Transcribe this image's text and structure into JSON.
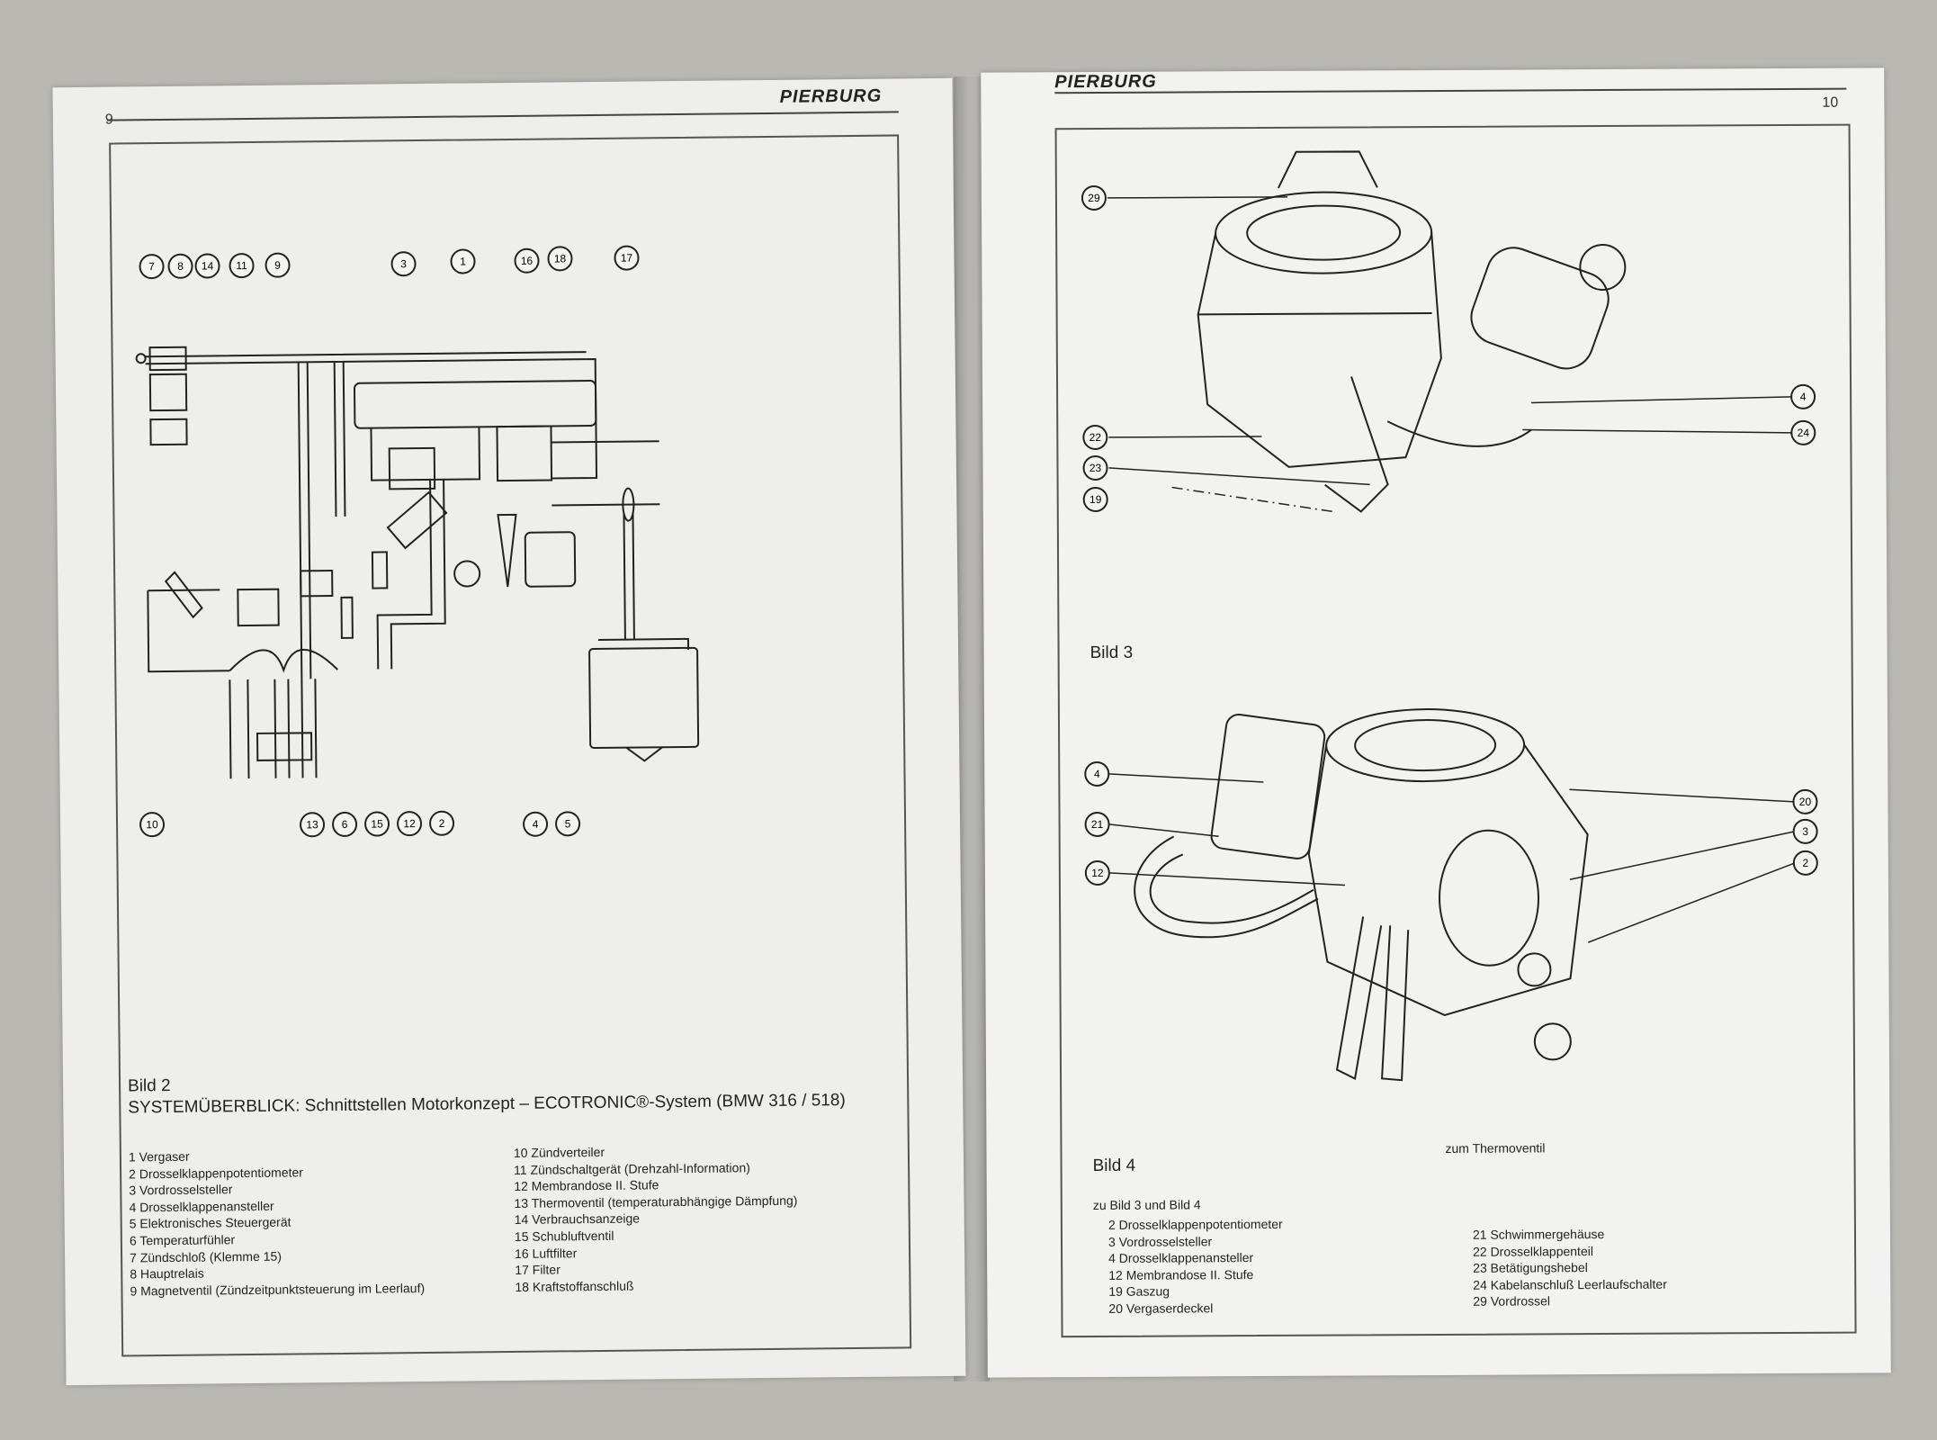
{
  "left_page": {
    "page_number": "9",
    "brand": "PIERBURG",
    "figure": {
      "label": "Bild 2",
      "title": "SYSTEMÜBERBLICK: Schnittstellen Motorkonzept – ECOTRONIC®-System (BMW 316 / 518)",
      "top_callouts": [
        "7",
        "8",
        "14",
        "11",
        "9",
        "3",
        "1",
        "16",
        "18",
        "17"
      ],
      "bottom_callouts": [
        "10",
        "13",
        "6",
        "15",
        "12",
        "2",
        "4",
        "5"
      ]
    },
    "legend_col1": [
      "1 Vergaser",
      "2 Drosselklappenpotentiometer",
      "3 Vordrosselsteller",
      "4 Drosselklappenansteller",
      "5 Elektronisches Steuergerät",
      "6 Temperaturfühler",
      "7 Zündschloß (Klemme 15)",
      "8 Hauptrelais",
      "9 Magnetventil (Zündzeitpunktsteuerung im Leerlauf)"
    ],
    "legend_col2": [
      "10 Zündverteiler",
      "11 Zündschaltgerät (Drehzahl-Information)",
      "12 Membrandose II. Stufe",
      "13 Thermoventil (temperaturabhängige Dämpfung)",
      "14 Verbrauchsanzeige",
      "15 Schubluftventil",
      "16 Luftfilter",
      "17 Filter",
      "18 Kraftstoffanschluß"
    ]
  },
  "right_page": {
    "page_number": "10",
    "brand": "PIERBURG",
    "figure3": {
      "label": "Bild 3",
      "callouts_left": [
        "29",
        "22",
        "23",
        "19"
      ],
      "callouts_right": [
        "4",
        "24"
      ]
    },
    "figure4": {
      "label": "Bild 4",
      "callouts_left": [
        "4",
        "21",
        "12"
      ],
      "callouts_right": [
        "20",
        "3",
        "2"
      ],
      "annotation": "zum Thermoventil"
    },
    "legend_heading": "zu Bild 3 und Bild 4",
    "legend_col1": [
      "2 Drosselklappenpotentiometer",
      "3 Vordrosselsteller",
      "4 Drosselklappenansteller",
      "12 Membrandose II. Stufe",
      "19 Gaszug",
      "20 Vergaserdeckel"
    ],
    "legend_col2": [
      "21 Schwimmergehäuse",
      "22 Drosselklappenteil",
      "23 Betätigungshebel",
      "24 Kabelanschluß Leerlaufschalter",
      "29 Vordrossel"
    ]
  },
  "colors": {
    "paper": "#f1f1ef",
    "background": "#b9b8b3",
    "ink": "#222222"
  }
}
